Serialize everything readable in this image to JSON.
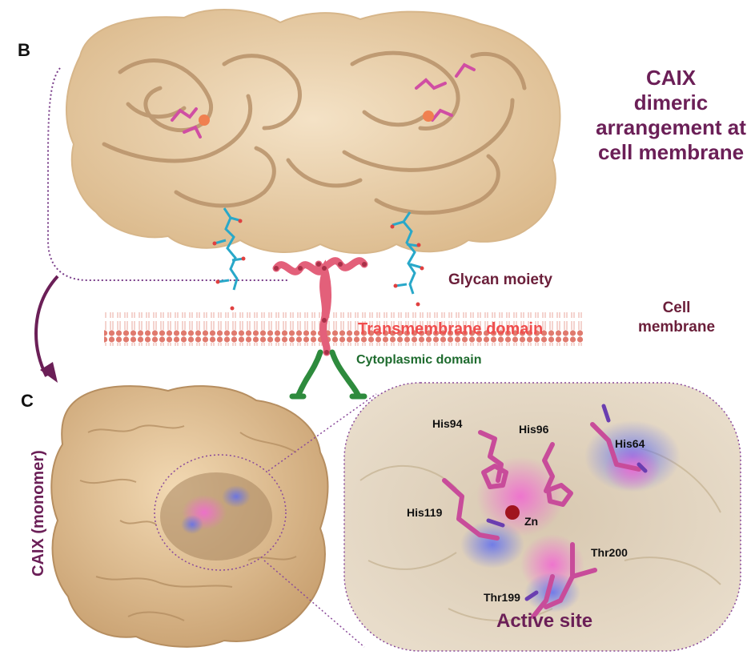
{
  "labels": {
    "panel_b": "B",
    "panel_c": "C",
    "caix_title": [
      "CAIX",
      "dimeric",
      "arrangement at",
      "cell membrane"
    ],
    "glycan": "Glycan moiety",
    "cell_membrane": [
      "Cell",
      "membrane"
    ],
    "transmembrane": "Transmembrane domain",
    "cytoplasmic": "Cytoplasmic domain",
    "monomer": "CAIX (monomer)",
    "zinc": "Zn",
    "active_site": "Active site"
  },
  "residues": [
    "His94",
    "His96",
    "His64",
    "His119",
    "Thr200",
    "Thr199"
  ],
  "colors": {
    "protein_surface": "#e9cfa8",
    "ribbon": "#b8926a",
    "membrane_head": "#e07a6e",
    "helix": "#e3607a",
    "glycan": "#29a8c9",
    "cytoplasmic": "#2e8b3d",
    "label_purple": "#6b1f57",
    "zinc": "#a0141e"
  }
}
